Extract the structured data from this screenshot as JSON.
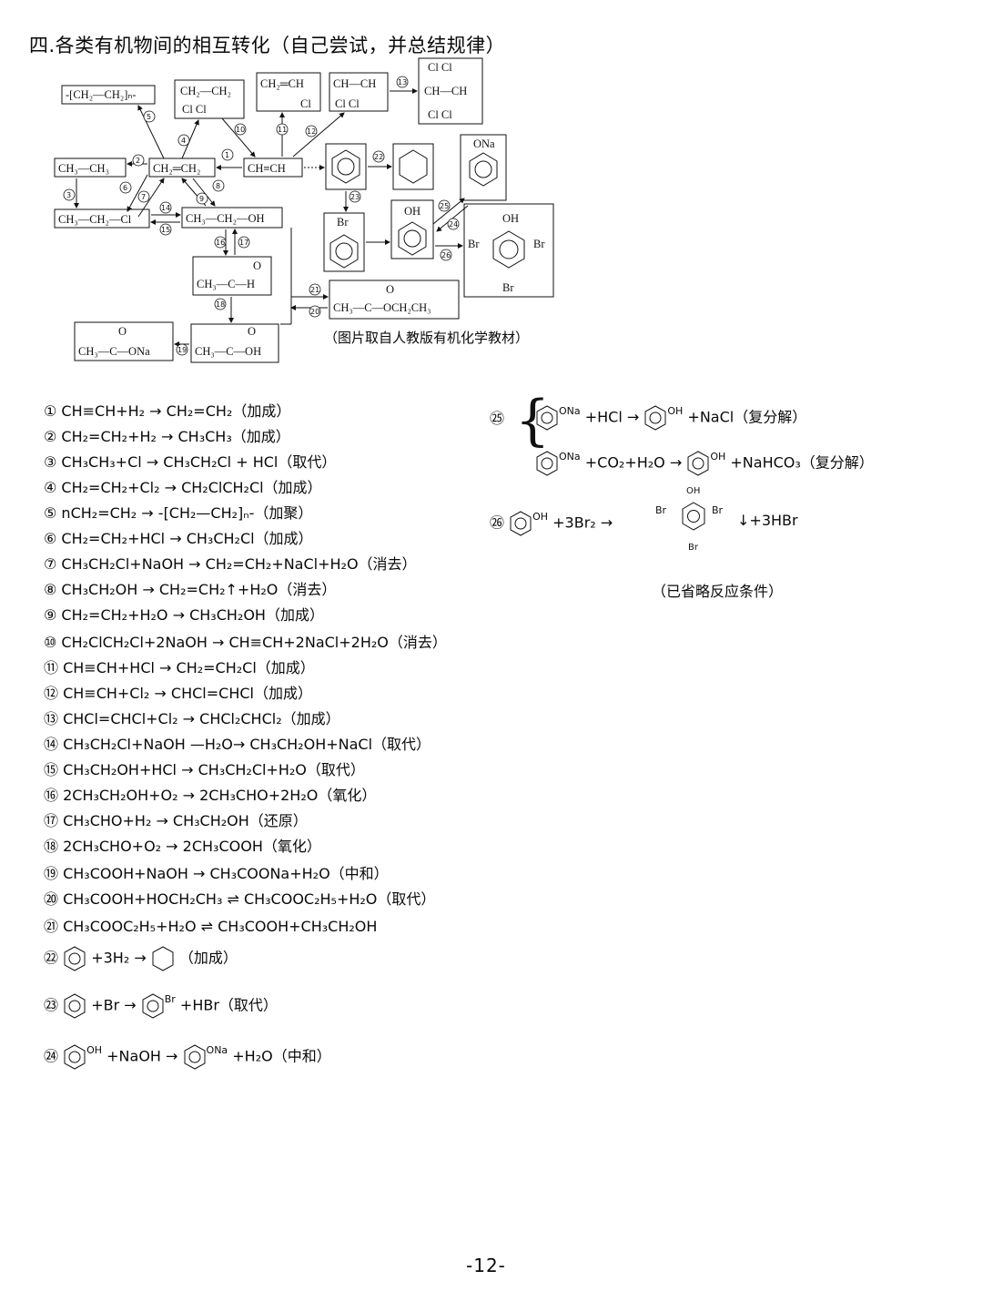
{
  "title": "四.各类有机物间的相互转化（自己尝试，并总结规律）",
  "diagram": {
    "molecules": {
      "polyethylene": "-[CH₂—CH₂]ₙ-",
      "dichloroethane": "CH₂—CH₂",
      "dichloroethane_cl": "Cl    Cl",
      "vinyl_chloride": "CH₂═CH",
      "vinyl_chloride_cl": "Cl",
      "dichloroethene": "CH—CH",
      "dichloroethene_cl": "Cl    Cl",
      "tetrachloroethane_top": "Cl    Cl",
      "tetrachloroethane_mid": "CH—CH",
      "tetrachloroethane_bot": "Cl    Cl",
      "ethane": "CH₃—CH₃",
      "ethylene": "CH₂═CH₂",
      "acetylene": "CH≡CH",
      "chloroethane": "CH₃—CH₂—Cl",
      "ethanol": "CH₃—CH₂—OH",
      "acetaldehyde": "CH₃—C—H",
      "ethyl_acetate": "CH₃—C—OCH₂CH₃",
      "sodium_acetate": "CH₃—C—ONa",
      "acetic_acid": "CH₃—C—OH",
      "oxygen": "O",
      "br": "Br",
      "oh": "OH",
      "ona": "ONa"
    },
    "caption": "（图片取自人教版有机化学教材）"
  },
  "equations_left": [
    "① CH≡CH+H₂ → CH₂=CH₂（加成）",
    "② CH₂=CH₂+H₂ → CH₃CH₃（加成）",
    "③ CH₃CH₃+Cl → CH₃CH₂Cl + HCl（取代）",
    "④ CH₂=CH₂+Cl₂ → CH₂ClCH₂Cl（加成）",
    "⑤ nCH₂=CH₂ → -[CH₂—CH₂]ₙ-（加聚）",
    "⑥ CH₂=CH₂+HCl → CH₃CH₂Cl（加成）",
    "⑦ CH₃CH₂Cl+NaOH → CH₂=CH₂+NaCl+H₂O（消去）",
    "⑧ CH₃CH₂OH → CH₂=CH₂↑+H₂O（消去）",
    "⑨ CH₂=CH₂+H₂O → CH₃CH₂OH（加成）",
    "⑩ CH₂ClCH₂Cl+2NaOH → CH≡CH+2NaCl+2H₂O（消去）",
    "⑪ CH≡CH+HCl → CH₂=CH₂Cl（加成）",
    "⑫ CH≡CH+Cl₂ → CHCl=CHCl（加成）",
    "⑬ CHCl=CHCl+Cl₂ → CHCl₂CHCl₂（加成）",
    "⑭ CH₃CH₂Cl+NaOH —H₂O→ CH₃CH₂OH+NaCl（取代）",
    "⑮ CH₃CH₂OH+HCl → CH₃CH₂Cl+H₂O（取代）",
    "⑯ 2CH₃CH₂OH+O₂ → 2CH₃CHO+2H₂O（氧化）",
    "⑰ CH₃CHO+H₂ → CH₃CH₂OH（还原）",
    "⑱ 2CH₃CHO+O₂ → 2CH₃COOH（氧化）",
    "⑲ CH₃COOH+NaOH → CH₃COONa+H₂O（中和）",
    "⑳ CH₃COOH+HOCH₂CH₃ ⇌ CH₃COOC₂H₅+H₂O（取代）",
    "㉑ CH₃COOC₂H₅+H₂O ⇌ CH₃COOH+CH₃CH₂OH"
  ],
  "eq22": {
    "num": "㉒",
    "mid": "+3H₂ →",
    "tail": "（加成）"
  },
  "eq23": {
    "num": "㉓",
    "mid": "+Br →",
    "sub": "Br",
    "tail": "+HBr（取代）"
  },
  "eq24": {
    "num": "㉔",
    "sub1": "OH",
    "mid": "+NaOH →",
    "sub2": "ONa",
    "tail": "+H₂O（中和）"
  },
  "eq25": {
    "num": "㉕",
    "line1_sub": "ONa",
    "line1_mid": "+HCl →",
    "line1_sub2": "OH",
    "line1_tail": "+NaCl（复分解）",
    "line2_sub": "ONa",
    "line2_mid": "+CO₂+H₂O →",
    "line2_sub2": "OH",
    "line2_tail": "+NaHCO₃（复分解）"
  },
  "eq26": {
    "num": "㉖",
    "sub": "OH",
    "mid": "+3Br₂ →",
    "br_left": "Br",
    "br_right": "Br",
    "br_bottom": "Br",
    "oh": "OH",
    "tail": "↓+3HBr"
  },
  "note": "（已省略反应条件）",
  "page_number": "-12-"
}
